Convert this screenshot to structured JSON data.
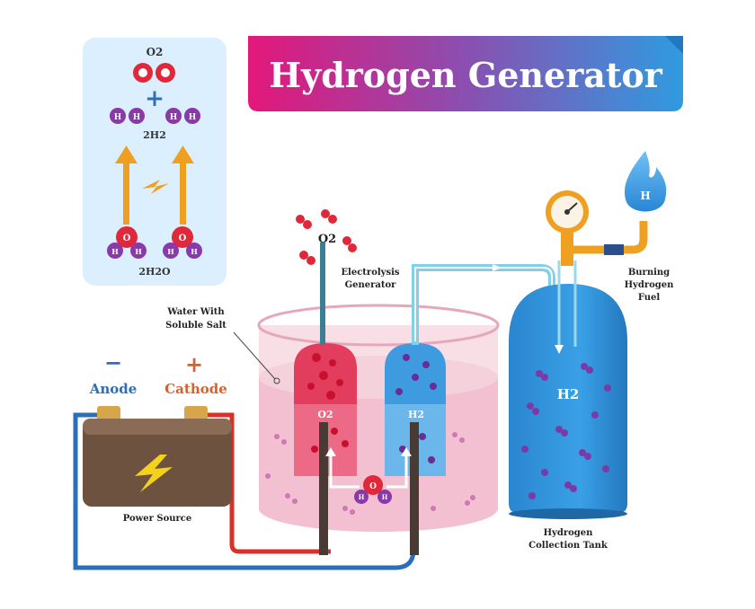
{
  "title": "Hydrogen Generator",
  "reaction": {
    "o2_label": "O2",
    "h2_label": "2H2",
    "water_label": "2H2O",
    "plus": "+",
    "atom_o": "O",
    "atom_h": "H"
  },
  "labels": {
    "electrolysis": [
      "Electrolysis",
      "Generator"
    ],
    "water": [
      "Water With",
      "Soluble Salt"
    ],
    "anode": "Anode",
    "anode_sign": "−",
    "cathode": "Cathode",
    "cathode_sign": "+",
    "power": "Power Source",
    "burning": [
      "Burning",
      "Hydrogen",
      "Fuel"
    ],
    "collection": [
      "Hydrogen",
      "Collection Tank"
    ],
    "o2_top": "O2",
    "o2_inner": "O2",
    "h2_inner": "H2",
    "h2_tank": "H2",
    "flame_h": "H"
  },
  "colors": {
    "title_gradient_start": "#e3177a",
    "title_gradient_mid": "#7a4fb0",
    "title_gradient_end": "#2f9be0",
    "oxygen_red": "#e0283a",
    "hydrogen_purple": "#8a3aa8",
    "tank_blue": "#2d8fd6",
    "arrow_orange": "#f0a020",
    "pipe_cyan": "#7fd0e8",
    "anode_blue": "#2a6fb8",
    "cathode_orange": "#d9602a",
    "battery_brown": "#6e5240",
    "reaction_panel": "#dcefff"
  }
}
